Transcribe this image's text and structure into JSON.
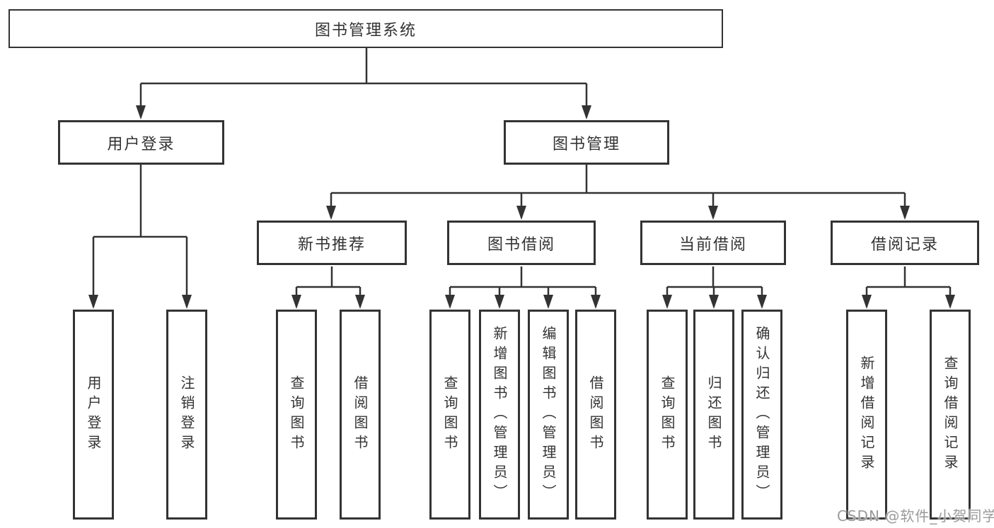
{
  "diagram": {
    "root": {
      "label": "图书管理系统"
    },
    "level2": [
      {
        "label": "用户登录"
      },
      {
        "label": "图书管理"
      }
    ],
    "level3": [
      {
        "label": "新书推荐"
      },
      {
        "label": "图书借阅"
      },
      {
        "label": "当前借阅"
      },
      {
        "label": "借阅记录"
      }
    ],
    "leaves": [
      {
        "label": "用户登录"
      },
      {
        "label": "注销登录"
      },
      {
        "label": "查询图书"
      },
      {
        "label": "借阅图书"
      },
      {
        "label": "查询图书"
      },
      {
        "label": "新增图书（管理员）"
      },
      {
        "label": "编辑图书（管理员）"
      },
      {
        "label": "借阅图书"
      },
      {
        "label": "查询图书"
      },
      {
        "label": "归还图书"
      },
      {
        "label": "确认归还（管理员）"
      },
      {
        "label": "新增借阅记录"
      },
      {
        "label": "查询借阅记录"
      }
    ]
  },
  "watermark": {
    "text": "CSDN @软件_小贺同学"
  },
  "colors": {
    "line": "#333333",
    "text": "#333333",
    "background": "#ffffff",
    "watermark": "#9a9a9a"
  }
}
